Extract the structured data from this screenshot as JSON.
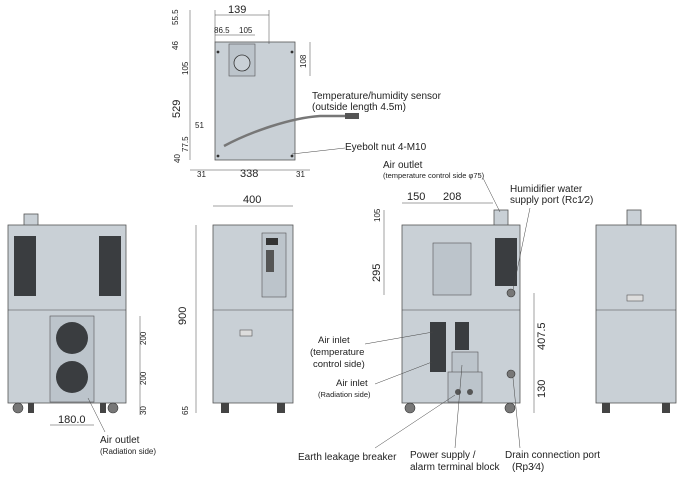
{
  "dimensions": {
    "top_width": "139",
    "top_d1": "86.5",
    "top_d2": "105",
    "left_55": "55.5",
    "left_46": "46",
    "left_105": "105",
    "left_529": "529",
    "left_51": "51",
    "left_775": "77.5",
    "left_40": "40",
    "right_108": "108",
    "bottom_31a": "31",
    "bottom_338": "338",
    "bottom_31b": "31",
    "side_400": "400",
    "side_900": "900",
    "side_65": "65",
    "rear_200a": "200",
    "rear_200b": "200",
    "rear_30": "30",
    "rear_1800": "180.0",
    "front_150": "150",
    "front_208": "208",
    "front_105": "105",
    "front_295": "295",
    "front_4075": "407.5",
    "front_130": "130"
  },
  "labels": {
    "sensor_line1": "Temperature/humidity sensor",
    "sensor_line2": "(outside length 4.5m)",
    "eyebolt": "Eyebolt nut 4-M10",
    "air_outlet_top": "Air outlet",
    "air_outlet_top_sub": "(temperature control side φ75)",
    "humid_line1": "Humidifier water",
    "humid_line2": "supply port (Rc1⁄2)",
    "air_inlet_tc_1": "Air inlet",
    "air_inlet_tc_2": "(temperature",
    "air_inlet_tc_3": "control side)",
    "air_inlet_rad_1": "Air inlet",
    "air_inlet_rad_2": "(Radiation side)",
    "air_outlet_rad_1": "Air outlet",
    "air_outlet_rad_2": "(Radiation side)",
    "earth_breaker": "Earth leakage breaker",
    "power_1": "Power supply /",
    "power_2": "alarm terminal block",
    "drain_1": "Drain connection port",
    "drain_2": "(Rp3⁄4)"
  },
  "colors": {
    "body": "#c9d0d6",
    "vent": "#3a3d40",
    "outline": "#555555"
  }
}
